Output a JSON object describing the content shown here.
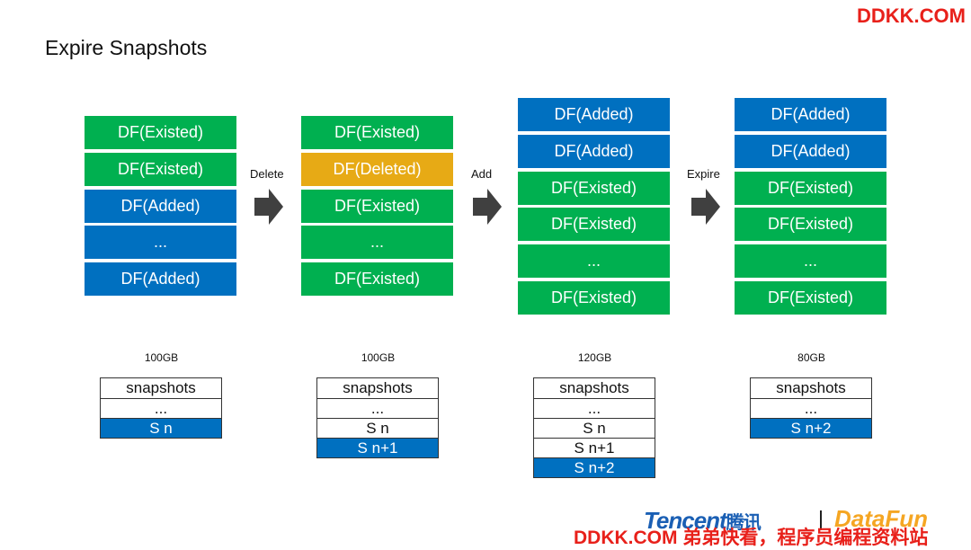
{
  "title": "Expire Snapshots",
  "watermark_top": "DDKK.COM",
  "watermark_bottom": "DDKK.COM 弟弟快看，程序员编程资料站",
  "logo_tencent": "Tencent",
  "logo_tencent_cn": "腾讯",
  "logo_datafun": "DataFun",
  "colors": {
    "existed": "#00b050",
    "added": "#0070c0",
    "deleted": "#e7aa15"
  },
  "arrows": [
    {
      "label": "Delete"
    },
    {
      "label": "Add"
    },
    {
      "label": "Expire"
    }
  ],
  "stages": [
    {
      "blocks": [
        {
          "text": "DF(Existed)",
          "kind": "existed"
        },
        {
          "text": "DF(Existed)",
          "kind": "existed"
        },
        {
          "text": "DF(Added)",
          "kind": "added"
        },
        {
          "text": "...",
          "kind": "added"
        },
        {
          "text": "DF(Added)",
          "kind": "added"
        }
      ],
      "size": "100GB",
      "snapshots": [
        {
          "text": "snapshots",
          "highlight": false
        },
        {
          "text": "...",
          "highlight": false
        },
        {
          "text": "S n",
          "highlight": true
        }
      ]
    },
    {
      "blocks": [
        {
          "text": "DF(Existed)",
          "kind": "existed"
        },
        {
          "text": "DF(Deleted)",
          "kind": "deleted"
        },
        {
          "text": "DF(Existed)",
          "kind": "existed"
        },
        {
          "text": "...",
          "kind": "existed"
        },
        {
          "text": "DF(Existed)",
          "kind": "existed"
        }
      ],
      "size": "100GB",
      "snapshots": [
        {
          "text": "snapshots",
          "highlight": false
        },
        {
          "text": "...",
          "highlight": false
        },
        {
          "text": "S n",
          "highlight": false
        },
        {
          "text": "S n+1",
          "highlight": true
        }
      ]
    },
    {
      "blocks": [
        {
          "text": "DF(Added)",
          "kind": "added"
        },
        {
          "text": "DF(Added)",
          "kind": "added"
        },
        {
          "text": "DF(Existed)",
          "kind": "existed"
        },
        {
          "text": "DF(Existed)",
          "kind": "existed"
        },
        {
          "text": "...",
          "kind": "existed"
        },
        {
          "text": "DF(Existed)",
          "kind": "existed"
        }
      ],
      "size": "120GB",
      "snapshots": [
        {
          "text": "snapshots",
          "highlight": false
        },
        {
          "text": "...",
          "highlight": false
        },
        {
          "text": "S n",
          "highlight": false
        },
        {
          "text": "S n+1",
          "highlight": false
        },
        {
          "text": "S n+2",
          "highlight": true
        }
      ]
    },
    {
      "blocks": [
        {
          "text": "DF(Added)",
          "kind": "added"
        },
        {
          "text": "DF(Added)",
          "kind": "added"
        },
        {
          "text": "DF(Existed)",
          "kind": "existed"
        },
        {
          "text": "DF(Existed)",
          "kind": "existed"
        },
        {
          "text": "...",
          "kind": "existed"
        },
        {
          "text": "DF(Existed)",
          "kind": "existed"
        }
      ],
      "size": "80GB",
      "snapshots": [
        {
          "text": "snapshots",
          "highlight": false
        },
        {
          "text": "...",
          "highlight": false
        },
        {
          "text": "S n+2",
          "highlight": true
        }
      ]
    }
  ]
}
